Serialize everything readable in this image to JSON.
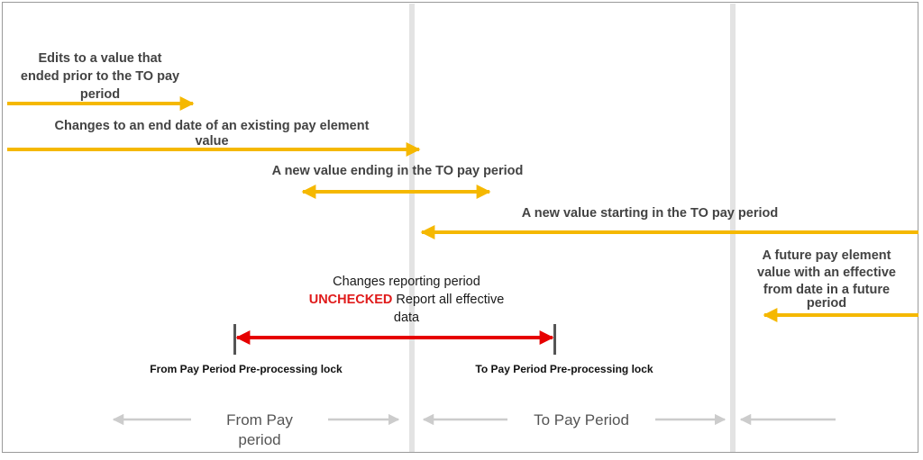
{
  "colors": {
    "arrow_yellow": "#f5b800",
    "arrow_red": "#e60000",
    "divider": "#e3e3e3",
    "axis_arrow": "#cccccc",
    "label_text": "#434343",
    "emphasis_red": "#e01b1b"
  },
  "labels": {
    "edits_prior": [
      "Edits to a value that",
      "ended prior to the TO pay",
      "period"
    ],
    "end_date_change": [
      "Changes to an end date of an existing pay element",
      "value"
    ],
    "new_value_ending": "A new value ending in the TO pay period",
    "new_value_starting": "A new value starting in the TO pay period",
    "future_value": [
      "A future pay element",
      "value with an effective",
      "from date in a future",
      "period"
    ],
    "reporting_title": "Changes reporting period",
    "reporting_unchecked": "UNCHECKED",
    "reporting_rest": "Report all effective",
    "reporting_data": "data",
    "from_lock": "From Pay Period Pre-processing lock",
    "to_lock": "To Pay Period Pre-processing lock",
    "from_pay_period": [
      "From Pay",
      "period"
    ],
    "to_pay_period": "To Pay Period"
  }
}
